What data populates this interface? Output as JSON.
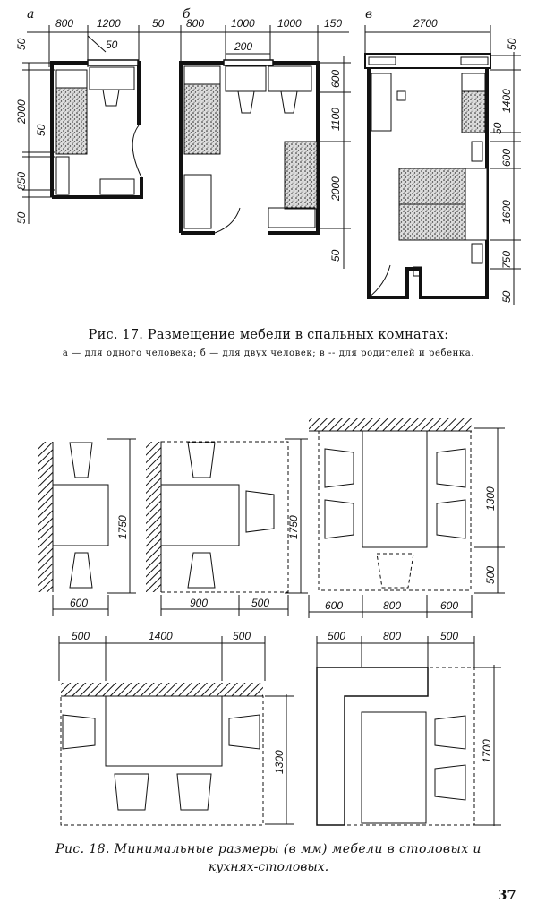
{
  "fig17": {
    "caption": "Рис. 17. Размещение мебели в спальных комнатах:",
    "subcaption": "а — для одного человека; б — для двух человек; в -- для родителей и ребенка.",
    "panel_a": {
      "label": "а",
      "top": [
        "800",
        "1200",
        "50"
      ],
      "inner": "50",
      "side": [
        "50",
        "2000",
        "50",
        "850",
        "50"
      ]
    },
    "panel_b": {
      "label": "б",
      "top": [
        "800",
        "1000",
        "1000",
        "150"
      ],
      "inner": "200",
      "side": [
        "600",
        "1100",
        "2000",
        "50"
      ]
    },
    "panel_c": {
      "label": "в",
      "top": [
        "2700"
      ],
      "side": [
        "50",
        "1400",
        "50",
        "600",
        "1600",
        "750",
        "50"
      ]
    }
  },
  "fig18": {
    "caption_line1": "Рис. 18. Минимальные размеры (в мм) мебели в столовых и",
    "caption_line2": "кухнях-столовых.",
    "d1": {
      "bottom": "600",
      "side": "1750"
    },
    "d2": {
      "bottom": [
        "900",
        "500"
      ],
      "side": "1750"
    },
    "d3": {
      "bottom": [
        "600",
        "800",
        "600"
      ],
      "side": [
        "1300",
        "500"
      ]
    },
    "d4": {
      "top": [
        "500",
        "1400",
        "500"
      ],
      "side": "1300"
    },
    "d5": {
      "top": [
        "500",
        "800",
        "500"
      ],
      "side": "1700"
    }
  },
  "page_number": "37"
}
